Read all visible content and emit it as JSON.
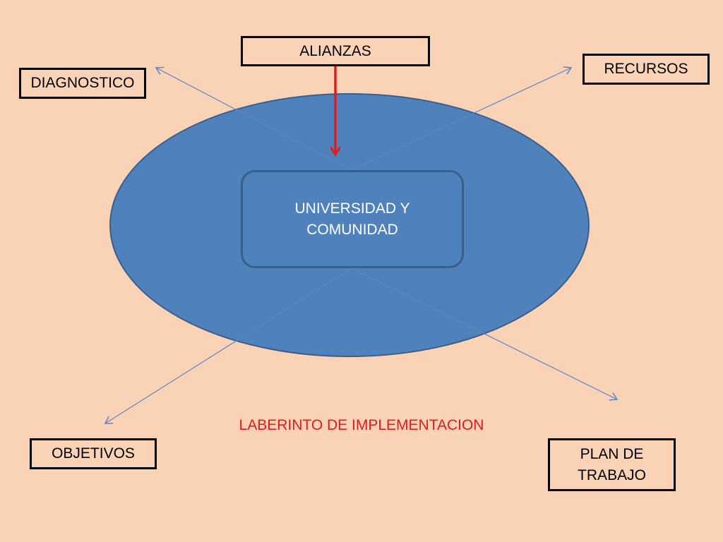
{
  "diagram": {
    "background_color": "#fad3b6",
    "ellipse_color": "#4f81bd",
    "ellipse_border_color": "#3b5f8a",
    "connector_color": "#5b86c6",
    "highlight_arrow_color": "#e11b1b",
    "center_text_color": "#ffffff",
    "caption_color": "#e11b1b",
    "center_label": "UNIVERSIDAD Y COMUNIDAD",
    "caption": "LABERINTO DE IMPLEMENTACION",
    "nodes": {
      "alianzas": "ALIANZAS",
      "diagnostico": "DIAGNOSTICO",
      "recursos": "RECURSOS",
      "objetivos": "OBJETIVOS",
      "plan_de_trabajo": "PLAN DE TRABAJO"
    }
  }
}
